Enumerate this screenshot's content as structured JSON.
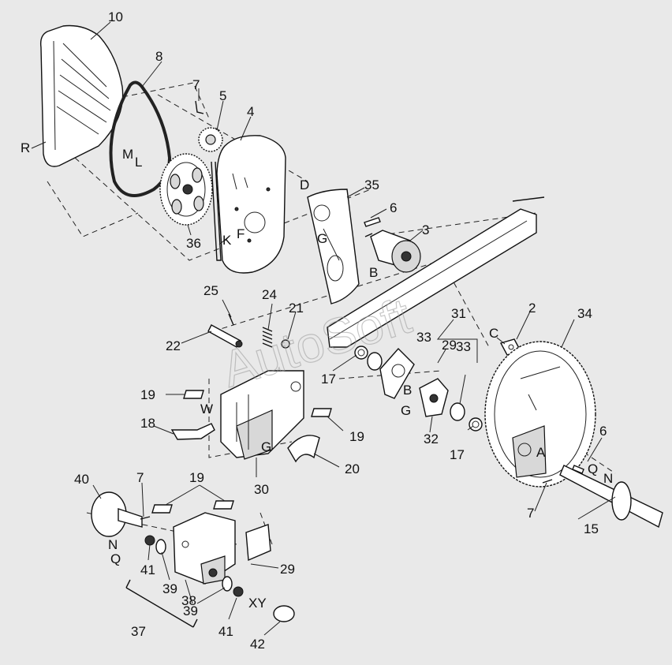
{
  "watermark": "AutoSoft",
  "labels": {
    "n10": "10",
    "n8": "8",
    "n7a": "7",
    "n5": "5",
    "n4": "4",
    "R": "R",
    "M": "M",
    "L": "L",
    "n36": "36",
    "K": "K",
    "F": "F",
    "D": "D",
    "n35": "35",
    "n6a": "6",
    "n3": "3",
    "G1": "G",
    "B1": "B",
    "n25": "25",
    "n24": "24",
    "n21": "21",
    "n22": "22",
    "n31": "31",
    "n33a": "33",
    "n29a": "29",
    "C": "C",
    "n2": "2",
    "n34": "34",
    "n17a": "17",
    "B2": "B",
    "G2": "G",
    "n33b": "33",
    "n32": "32",
    "n17b": "17",
    "n19a": "19",
    "W": "W",
    "n18": "18",
    "n19b": "19",
    "G3": "G",
    "n20": "20",
    "n30": "30",
    "A": "A",
    "n6b": "6",
    "Q1": "Q",
    "N1": "N",
    "n7b": "7",
    "n15": "15",
    "n40": "40",
    "n7c": "7",
    "n19c": "19",
    "N2": "N",
    "Q2": "Q",
    "n41a": "41",
    "n39a": "39",
    "n38": "38",
    "n29b": "29",
    "n39b": "39",
    "XY": "XY",
    "n37": "37",
    "n41b": "41",
    "n42": "42"
  }
}
